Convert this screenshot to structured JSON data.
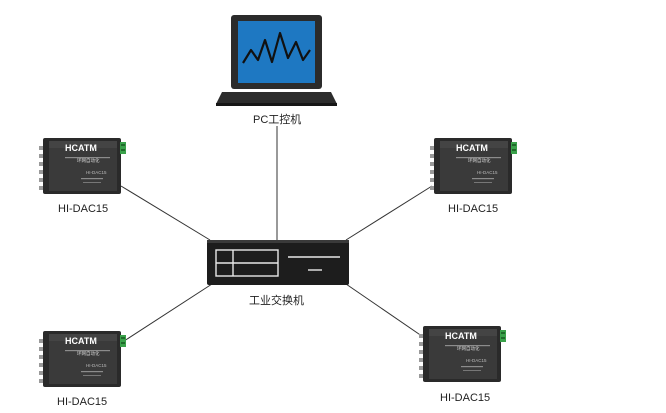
{
  "pc": {
    "label": "PC工控机"
  },
  "switch": {
    "label": "工业交换机"
  },
  "devices": [
    {
      "brand": "HCATM",
      "brand_sub": "环网自动化",
      "model_plate": "HI-DAC15",
      "label": "HI-DAC15"
    },
    {
      "brand": "HCATM",
      "brand_sub": "环网自动化",
      "model_plate": "HI-DAC15",
      "label": "HI-DAC15"
    },
    {
      "brand": "HCATM",
      "brand_sub": "环网自动化",
      "model_plate": "HI-DAC15",
      "label": "HI-DAC15"
    },
    {
      "brand": "HCATM",
      "brand_sub": "环网自动化",
      "model_plate": "HI-DAC15",
      "label": "HI-DAC15"
    }
  ],
  "colors": {
    "screen": "#1e78c2",
    "screen_frame": "#2b2b2b",
    "device_body": "#2a2a2a",
    "device_face": "#3a3a3a",
    "terminal_green": "#3aa14a",
    "line": "#333333"
  }
}
